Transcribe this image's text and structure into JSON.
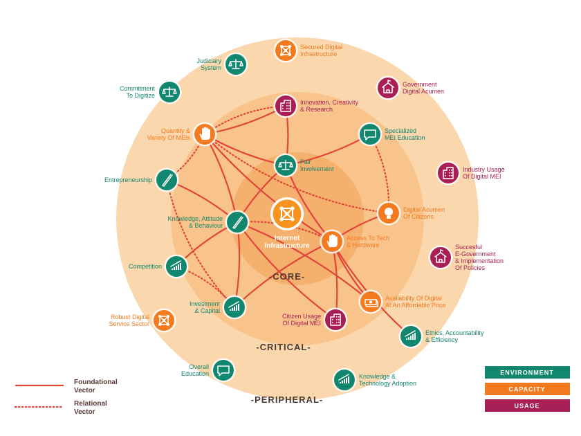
{
  "colors": {
    "environment": "#12876f",
    "capacity": "#f47a20",
    "usage": "#a81f56",
    "foundational_line": "#e0453a",
    "ring_outer": "#fbd7ad",
    "ring_mid": "#f9c48b",
    "ring_core": "#f6b06d",
    "center": "#f7931e"
  },
  "zones": {
    "core": "-CORE-",
    "critical": "-CRITICAL-",
    "peripheral": "-PERIPHERAL-"
  },
  "center": {
    "line1": "Internet",
    "line2": "Infrastructure",
    "icon": "network-icon"
  },
  "nodes": [
    {
      "id": "secured",
      "lines": [
        "Secured Digital",
        "Infrastructure"
      ],
      "cat": "capacity",
      "icon": "network-icon"
    },
    {
      "id": "judiciary",
      "lines": [
        "Judiciary",
        "System"
      ],
      "cat": "environment",
      "icon": "scales-icon"
    },
    {
      "id": "commitment",
      "lines": [
        "Commitment",
        "To Digitize"
      ],
      "cat": "environment",
      "icon": "scales-icon"
    },
    {
      "id": "gov_acumen",
      "lines": [
        "Government",
        "Digital Acumen"
      ],
      "cat": "usage",
      "icon": "school-icon"
    },
    {
      "id": "innovation",
      "lines": [
        "Innovation, Creativity",
        "& Research"
      ],
      "cat": "usage",
      "icon": "building-icon"
    },
    {
      "id": "quantity",
      "lines": [
        "Quantity &",
        "Variety Of MEIs"
      ],
      "cat": "capacity",
      "icon": "hand-icon"
    },
    {
      "id": "specialized",
      "lines": [
        "Specialized",
        "MEI Education"
      ],
      "cat": "environment",
      "icon": "chat-icon"
    },
    {
      "id": "fair",
      "lines": [
        "Fair",
        "Involvement"
      ],
      "cat": "environment",
      "icon": "scales-icon"
    },
    {
      "id": "industry",
      "lines": [
        "Industry Usage",
        "Of Digital MEI"
      ],
      "cat": "usage",
      "icon": "building-icon"
    },
    {
      "id": "entrepreneurship",
      "lines": [
        "Entrepreneurship"
      ],
      "cat": "environment",
      "icon": "pencil-icon"
    },
    {
      "id": "citizen_acumen",
      "lines": [
        "Digital Acumen",
        "Of Citizens"
      ],
      "cat": "capacity",
      "icon": "bulb-icon"
    },
    {
      "id": "knowledge",
      "lines": [
        "Knowledge, Attitude",
        "& Behaviour"
      ],
      "cat": "environment",
      "icon": "pencil-icon"
    },
    {
      "id": "access",
      "lines": [
        "Access To Tech",
        "& Hardware"
      ],
      "cat": "capacity",
      "icon": "hand-icon"
    },
    {
      "id": "successful",
      "lines": [
        "Succesful",
        "E-Government",
        "& Implementation",
        "Of Policies"
      ],
      "cat": "usage",
      "icon": "school-icon"
    },
    {
      "id": "competition",
      "lines": [
        "Competition"
      ],
      "cat": "environment",
      "icon": "growth-icon"
    },
    {
      "id": "robust",
      "lines": [
        "Robust Digital",
        "Service Sector"
      ],
      "cat": "capacity",
      "icon": "network-icon"
    },
    {
      "id": "investment",
      "lines": [
        "Investment",
        "& Capital"
      ],
      "cat": "environment",
      "icon": "growth-icon"
    },
    {
      "id": "citizen_usage",
      "lines": [
        "Citizen Usage",
        "Of Digital MEI"
      ],
      "cat": "usage",
      "icon": "building-icon"
    },
    {
      "id": "availability",
      "lines": [
        "Availability Of Digital",
        "At An Affordable Price"
      ],
      "cat": "capacity",
      "icon": "money-icon"
    },
    {
      "id": "ethics",
      "lines": [
        "Ethics, Accountability",
        "& Efficiency"
      ],
      "cat": "environment",
      "icon": "growth-icon"
    },
    {
      "id": "overall",
      "lines": [
        "Overall",
        "Education"
      ],
      "cat": "environment",
      "icon": "chat-icon"
    },
    {
      "id": "tech_adoption",
      "lines": [
        "Knowledge &",
        "Technology Adoption"
      ],
      "cat": "environment",
      "icon": "growth-icon"
    }
  ],
  "links": {
    "foundational": [
      [
        "innovation",
        "fair"
      ],
      [
        "quantity",
        "fair"
      ],
      [
        "specialized",
        "fair"
      ],
      [
        "fair",
        "access"
      ],
      [
        "quantity",
        "knowledge"
      ],
      [
        "quantity",
        "access"
      ],
      [
        "entrepreneurship",
        "knowledge"
      ],
      [
        "knowledge",
        "competition"
      ],
      [
        "knowledge",
        "investment"
      ],
      [
        "knowledge",
        "citizen_usage"
      ],
      [
        "knowledge",
        "availability"
      ],
      [
        "access",
        "investment"
      ],
      [
        "access",
        "citizen_usage"
      ],
      [
        "access",
        "availability"
      ],
      [
        "access",
        "citizen_acumen"
      ],
      [
        "quantity",
        "innovation"
      ],
      [
        "knowledge",
        "fair"
      ],
      [
        "access",
        "ethics"
      ]
    ],
    "relational": [
      [
        "quantity",
        "entrepreneurship"
      ],
      [
        "entrepreneurship",
        "investment"
      ],
      [
        "competition",
        "investment"
      ],
      [
        "innovation",
        "quantity"
      ],
      [
        "specialized",
        "citizen_acumen"
      ],
      [
        "quantity",
        "citizen_acumen"
      ],
      [
        "knowledge",
        "access"
      ]
    ]
  },
  "legend": {
    "foundational": "Foundational\nVector",
    "relational": "Relational\nVector",
    "foundational_lines": [
      "Foundational",
      "Vector"
    ],
    "relational_lines": [
      "Relational",
      "Vector"
    ]
  },
  "categories": [
    {
      "key": "environment",
      "label": "ENVIRONMENT"
    },
    {
      "key": "capacity",
      "label": "CAPACITY"
    },
    {
      "key": "usage",
      "label": "USAGE"
    }
  ]
}
